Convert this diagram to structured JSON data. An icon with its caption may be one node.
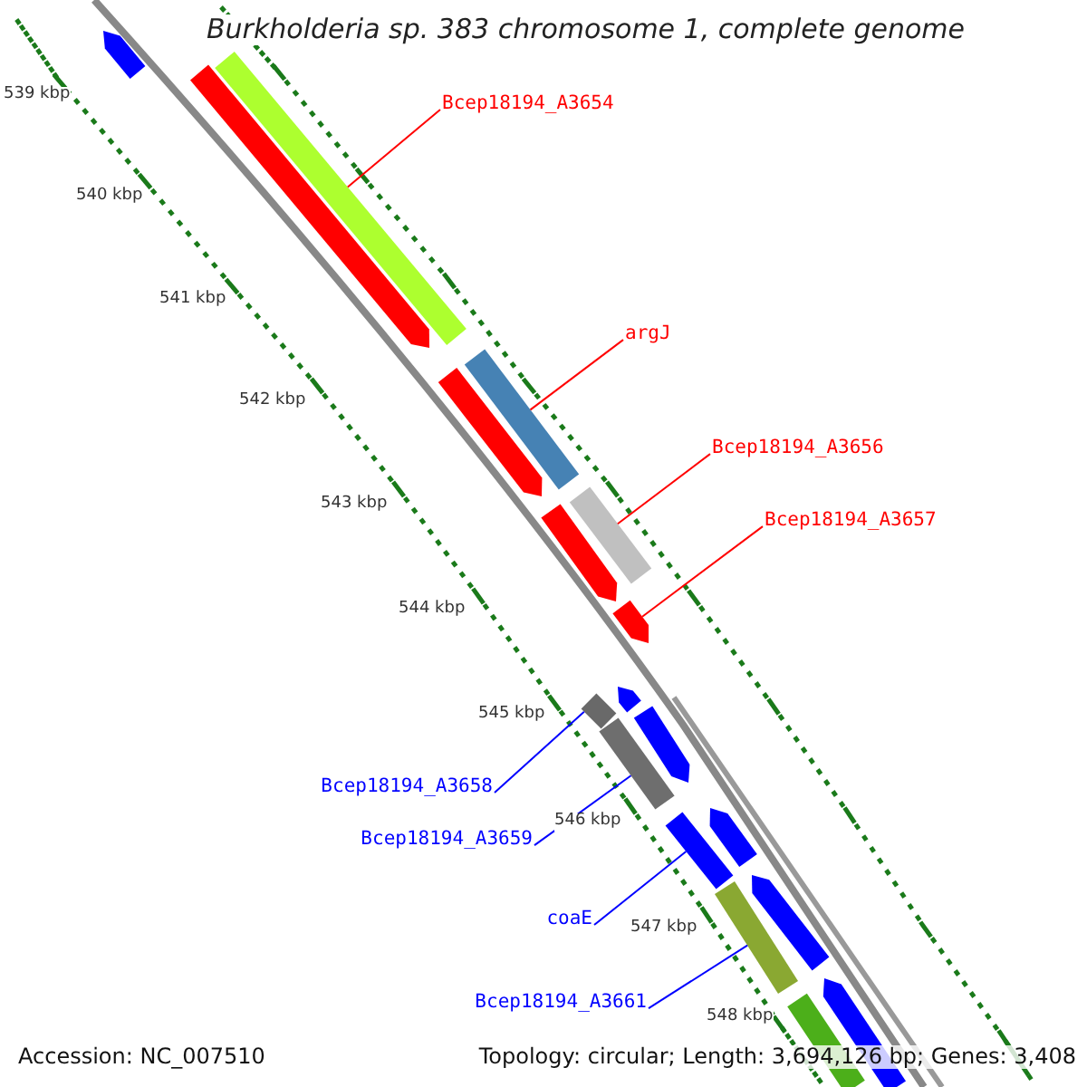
{
  "diagram": {
    "title": "Burkholderia sp. 383 chromosome 1, complete genome",
    "nodes": [
      {
        "text": [
          "Bcep18194_A3654"
        ]
      },
      {
        "text": [],
        "shape": "bar"
      },
      {
        "text": [
          "argJ"
        ]
      },
      {
        "text": [],
        "shape": "bar"
      },
      {
        "text": [
          "Bcep18194_A3656"
        ]
      },
      {
        "text": [],
        "shape": "bar"
      },
      {
        "text": [
          "Bcep18194_A3657"
        ]
      },
      {
        "text": [],
        "shape": "bar"
      },
      {
        "text": [
          "Bcep18194_A3658"
        ]
      },
      {
        "text": [],
        "shape": "bar"
      },
      {
        "text": [
          "Bcep18194_A3659"
        ]
      },
      {
        "text": [],
        "shape": "bar"
      },
      {
        "text": [
          "coaE"
        ]
      },
      {
        "text": [],
        "shape": "bar"
      },
      {
        "text": [
          "Bcep18194_A3661"
        ]
      },
      {
        "text": [],
        "shape": "bar"
      }
    ],
    "edges": [
      {
        "from": 0,
        "to": 1,
        "arrow": "none",
        "color": "#ff0000"
      },
      {
        "from": 2,
        "to": 3,
        "arrow": "none",
        "color": "#ff0000"
      },
      {
        "from": 4,
        "to": 5,
        "arrow": "none",
        "color": "#ff0000"
      },
      {
        "from": 6,
        "to": 7,
        "arrow": "none",
        "color": "#ff0000"
      },
      {
        "from": 8,
        "to": 9,
        "arrow": "none",
        "color": "#0000ff"
      },
      {
        "from": 10,
        "to": 11,
        "arrow": "none",
        "color": "#0000ff"
      },
      {
        "from": 12,
        "to": 13,
        "arrow": "none",
        "color": "#0000ff"
      },
      {
        "from": 14,
        "to": 15,
        "arrow": "none",
        "color": "#0000ff"
      }
    ],
    "labels": [
      "539 kbp",
      "540 kbp",
      "541 kbp",
      "542 kbp",
      "543 kbp",
      "544 kbp",
      "545 kbp",
      "546 kbp",
      "547 kbp",
      "548 kbp",
      "Accession: NC_007510",
      "Topology: circular; Length: 3,694,126 bp; Genes: 3,408"
    ]
  }
}
